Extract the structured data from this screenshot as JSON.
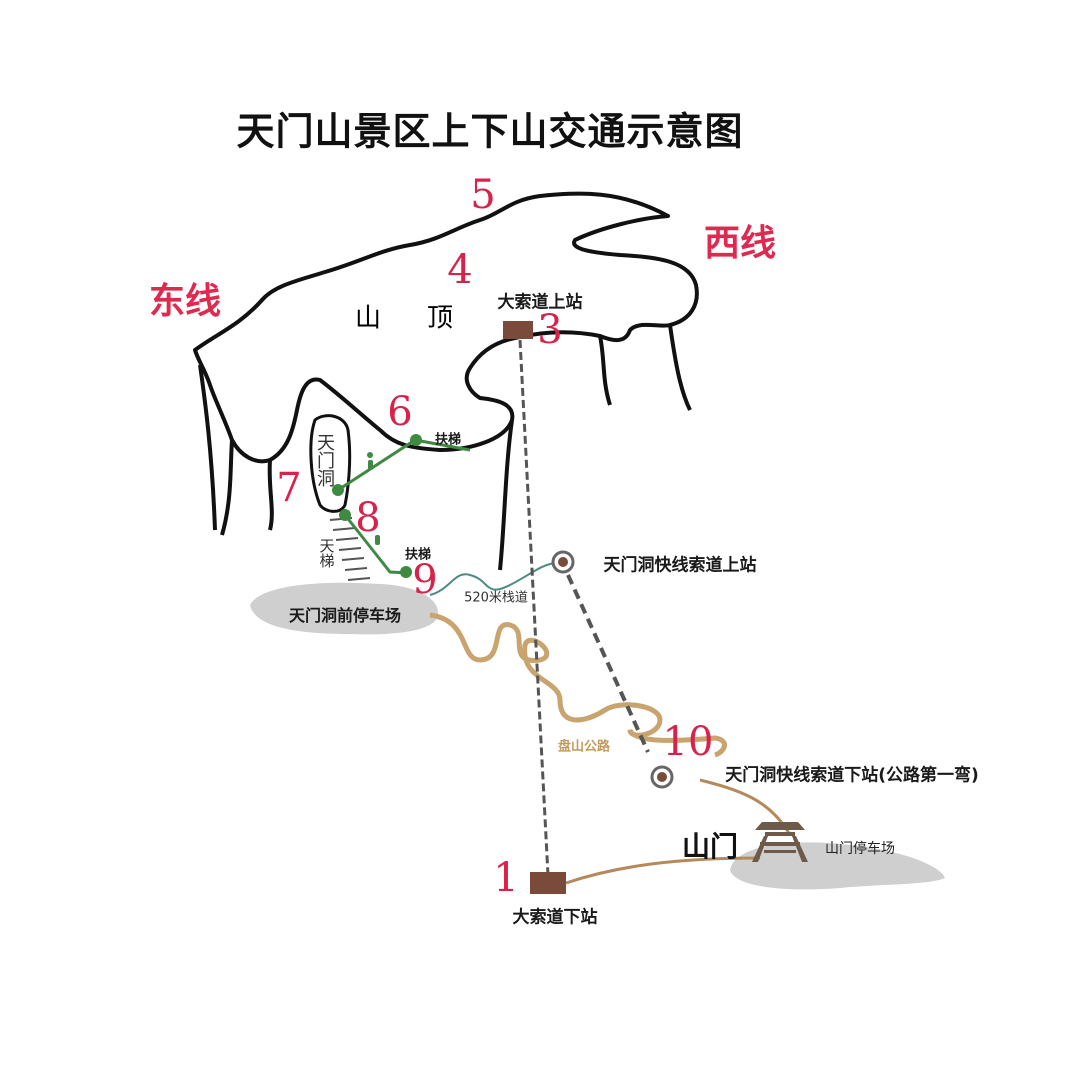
{
  "title": "天门山景区上下山交通示意图",
  "colors": {
    "outline": "#111111",
    "route_green": "#3f8a43",
    "road_brown": "#b58a5a",
    "cable": "#555555",
    "station": "#7a4a3a",
    "number_red": "#d8224a",
    "parking_gray": "#c9c9c9"
  },
  "areas": {
    "west_line": "西线",
    "east_line": "东线",
    "summit_left": "山",
    "summit_right": "顶",
    "tianmen_cave": "天门洞",
    "sky_ladder": "天梯"
  },
  "numbers": [
    "1",
    "3",
    "4",
    "5",
    "6",
    "7",
    "8",
    "9",
    "10"
  ],
  "places": {
    "upper_station": "大索道上站",
    "escalator_top": "扶梯",
    "escalator_bottom": "扶梯",
    "cave_parking": "天门洞前停车场",
    "plank_road": "520米栈道",
    "express_upper": "天门洞快线索道上站",
    "mountain_road": "盘山公路",
    "express_lower": "天门洞快线索道下站(公路第一弯)",
    "gate": "山门",
    "gate_parking": "山门停车场",
    "lower_station": "大索道下站"
  }
}
